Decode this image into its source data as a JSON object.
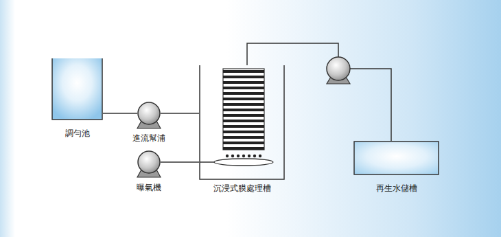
{
  "diagram": {
    "nodes": [
      {
        "text": [
          "調勻池"
        ]
      },
      {
        "text": [
          "進流幫浦"
        ]
      },
      {
        "text": [
          "曝氣機"
        ]
      },
      {
        "text": [
          "沉浸式膜處理槽"
        ]
      },
      {
        "text": [
          "再生水儲槽"
        ]
      }
    ],
    "edges": [
      {
        "from": 0,
        "to": 1,
        "arrow": "none"
      },
      {
        "from": 1,
        "to": 3,
        "arrow": "none"
      },
      {
        "from": 2,
        "to": 3,
        "arrow": "none"
      },
      {
        "from": 3,
        "to": 4,
        "arrow": "none"
      }
    ]
  }
}
